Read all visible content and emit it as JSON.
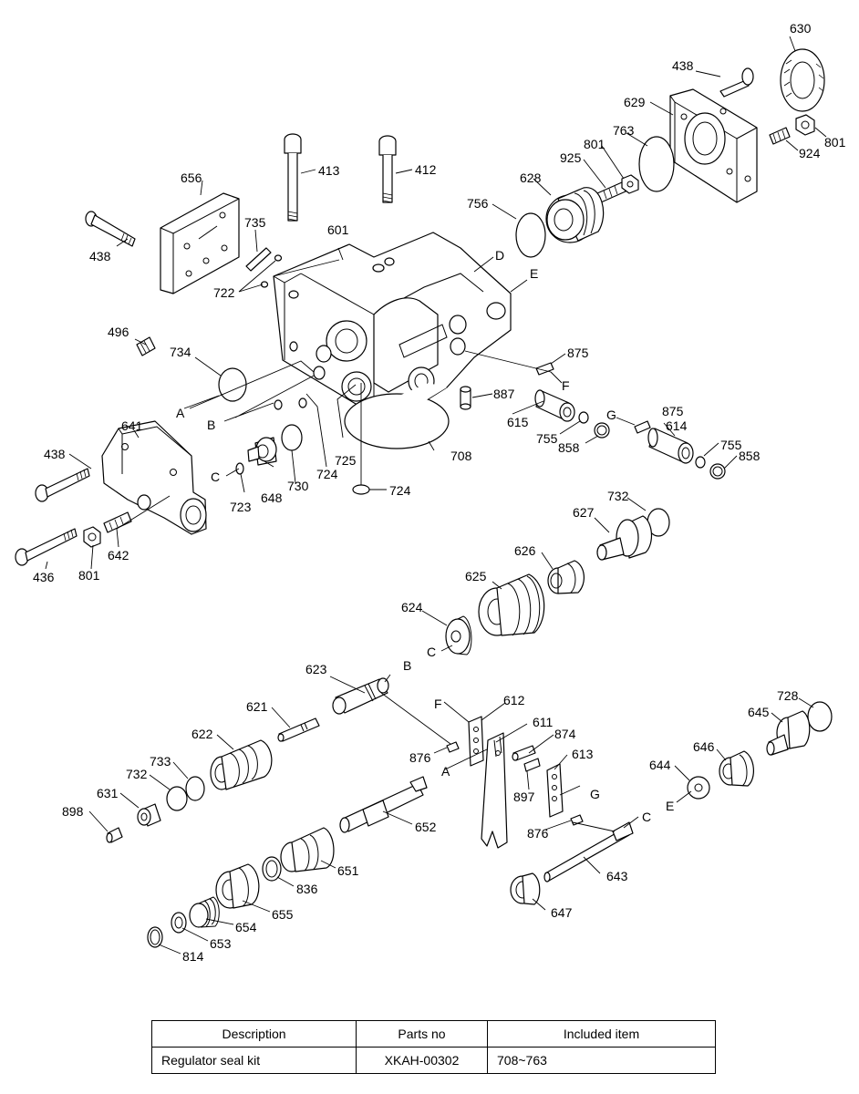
{
  "labels": {
    "p630": "630",
    "p438a": "438",
    "p629": "629",
    "p763": "763",
    "p801a": "801",
    "p801b": "801",
    "p925": "925",
    "p924": "924",
    "p628": "628",
    "p756": "756",
    "p413": "413",
    "p412": "412",
    "p656": "656",
    "p735": "735",
    "p601": "601",
    "p438b": "438",
    "p722": "722",
    "D": "D",
    "E": "E",
    "p496": "496",
    "p734": "734",
    "p875a": "875",
    "F": "F",
    "p887": "887",
    "A": "A",
    "B": "B",
    "p641": "641",
    "p615": "615",
    "p755a": "755",
    "p858a": "858",
    "G": "G",
    "p875b": "875",
    "p614": "614",
    "p755b": "755",
    "p858b": "858",
    "p725": "725",
    "p708": "708",
    "p438c": "438",
    "C": "C",
    "p723": "723",
    "p648": "648",
    "p730": "730",
    "p724a": "724",
    "p724b": "724",
    "p436": "436",
    "p801c": "801",
    "p642": "642",
    "p732a": "732",
    "p627": "627",
    "p626": "626",
    "p625": "625",
    "p624": "624",
    "C2": "C",
    "p623": "623",
    "B2": "B",
    "F2": "F",
    "p612": "612",
    "p728": "728",
    "p621": "621",
    "p611": "611",
    "p874": "874",
    "p645": "645",
    "p622": "622",
    "p733": "733",
    "p876a": "876",
    "A2": "A",
    "p613": "613",
    "p646": "646",
    "p732b": "732",
    "p644": "644",
    "p631": "631",
    "p897": "897",
    "G2": "G",
    "E2": "E",
    "p898": "898",
    "p652": "652",
    "p876b": "876",
    "C3": "C",
    "p651": "651",
    "p643": "643",
    "p836": "836",
    "p655": "655",
    "p647": "647",
    "p654": "654",
    "p653": "653",
    "p814": "814"
  },
  "table": {
    "headers": [
      "Description",
      "Parts no",
      "Included item"
    ],
    "rows": [
      {
        "description": "Regulator seal kit",
        "parts_no": "XKAH-00302",
        "included": "708~763"
      }
    ]
  }
}
